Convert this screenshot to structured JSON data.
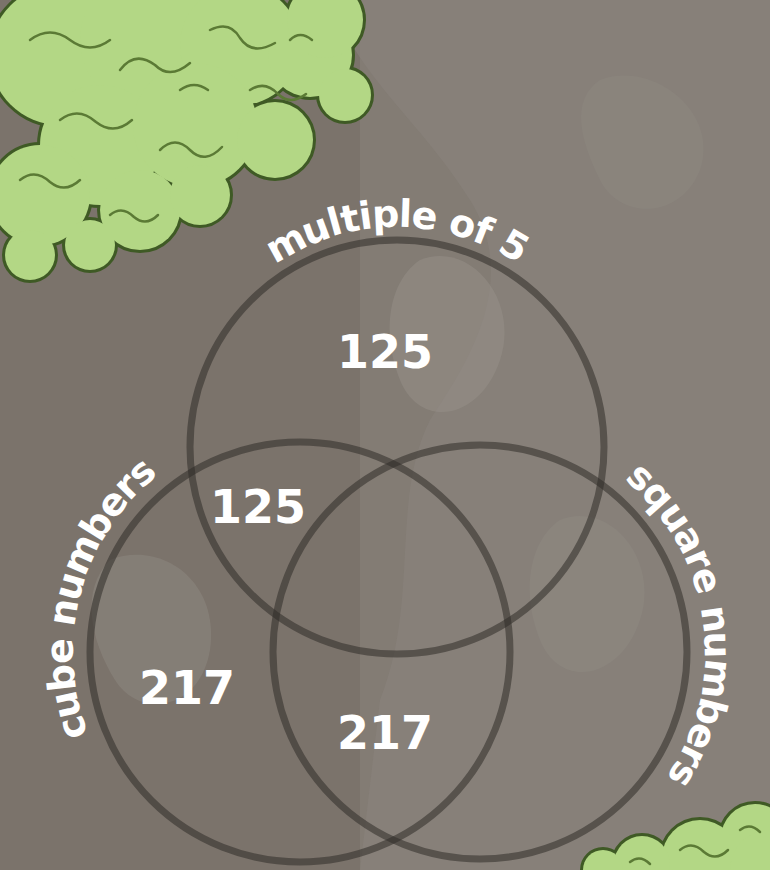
{
  "diagram": {
    "nodes": [
      {
        "text": [
          "multiple of 5"
        ]
      },
      {
        "text": [
          "cube numbers"
        ]
      },
      {
        "text": [
          "square numbers"
        ]
      }
    ],
    "labels": [
      "125",
      "125",
      "217",
      "217"
    ]
  }
}
